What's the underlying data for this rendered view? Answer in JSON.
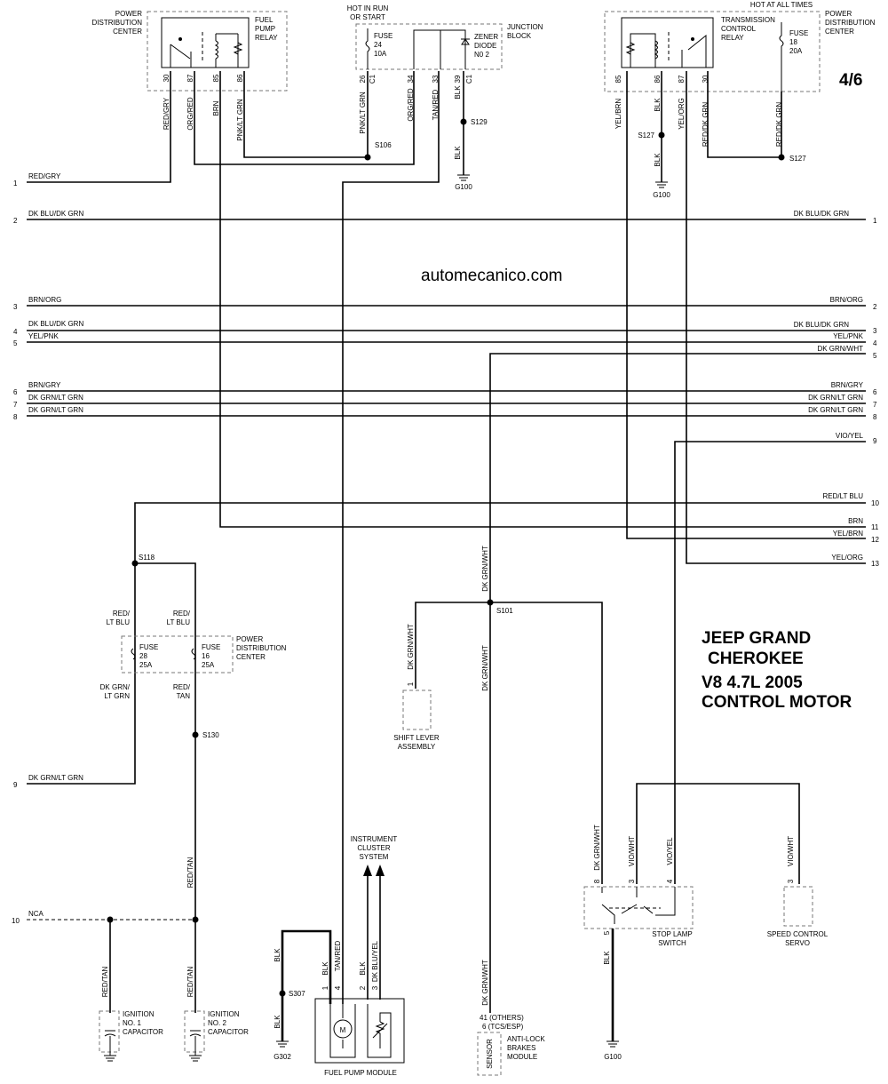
{
  "page_number": "4/6",
  "watermark": "automecanico.com",
  "title_lines": [
    "JEEP GRAND",
    "CHEROKEE",
    "V8 4.7L 2005",
    "CONTROL MOTOR"
  ],
  "left_rows": [
    {
      "num": "1",
      "label": "RED/GRY"
    },
    {
      "num": "2",
      "label": "DK BLU/DK GRN"
    },
    {
      "num": "3",
      "label": "BRN/ORG"
    },
    {
      "num": "4",
      "label": "DK BLU/DK GRN"
    },
    {
      "num": "5",
      "label": "YEL/PNK"
    },
    {
      "num": "6",
      "label": "BRN/GRY"
    },
    {
      "num": "7",
      "label": "DK GRN/LT GRN"
    },
    {
      "num": "8",
      "label": "DK GRN/LT GRN"
    },
    {
      "num": "9",
      "label": "DK GRN/LT GRN"
    },
    {
      "num": "10",
      "label": "NCA"
    }
  ],
  "right_rows": [
    {
      "num": "1",
      "label": "DK BLU/DK GRN"
    },
    {
      "num": "2",
      "label": "BRN/ORG"
    },
    {
      "num": "3",
      "label": "DK BLU/DK GRN"
    },
    {
      "num": "4",
      "label": "YEL/PNK"
    },
    {
      "num": "5",
      "label": "DK GRN/WHT"
    },
    {
      "num": "6",
      "label": "BRN/GRY"
    },
    {
      "num": "7",
      "label": "DK GRN/LT GRN"
    },
    {
      "num": "8",
      "label": "DK GRN/LT GRN"
    },
    {
      "num": "9",
      "label": "VIO/YEL"
    },
    {
      "num": "10",
      "label": "RED/LT BLU"
    },
    {
      "num": "11",
      "label": "BRN"
    },
    {
      "num": "12",
      "label": "YEL/BRN"
    },
    {
      "num": "13",
      "label": "YEL/ORG"
    }
  ],
  "fuel_pump_relay": {
    "pdc_lines": [
      "POWER",
      "DISTRIBUTION",
      "CENTER"
    ],
    "relay_lines": [
      "FUEL",
      "PUMP",
      "RELAY"
    ],
    "pins": [
      "30",
      "87",
      "85",
      "86"
    ],
    "wires": [
      "RED/GRY",
      "ORG/RED",
      "BRN",
      "PNK/LT GRN"
    ]
  },
  "junction_block": {
    "hot_lines": [
      "HOT IN RUN",
      "OR START"
    ],
    "jb_lines": [
      "JUNCTION",
      "BLOCK"
    ],
    "fuse_lines": [
      "FUSE",
      "24",
      "10A"
    ],
    "diode_lines": [
      "ZENER",
      "DIODE",
      "N0 2"
    ],
    "pins": [
      "26",
      "34",
      "33",
      "39"
    ],
    "conn": "C1",
    "wires": [
      "PNK/LT GRN",
      "ORG/RED",
      "TAN/RED",
      "BLK"
    ]
  },
  "transmission_relay": {
    "hot_label": "HOT AT ALL TIMES",
    "pdc_lines": [
      "POWER",
      "DISTRIBUTION",
      "CENTER"
    ],
    "relay_lines": [
      "TRANSMISSION",
      "CONTROL",
      "RELAY"
    ],
    "fuse_lines": [
      "FUSE",
      "18",
      "20A"
    ],
    "pins": [
      "85",
      "86",
      "87",
      "30"
    ],
    "wires": [
      "YEL/BRN",
      "BLK",
      "YEL/ORG",
      "RED/DK GRN",
      "RED/DK GRN"
    ]
  },
  "splices": {
    "s106": "S106",
    "s129": "S129",
    "g100_a": "G100",
    "s127_a": "S127",
    "s127_b": "S127",
    "g100_b": "G100",
    "s118": "S118",
    "s101": "S101",
    "s130": "S130",
    "s307": "S307",
    "g302": "G302",
    "g100_c": "G100"
  },
  "pdc_fuses": {
    "wire_a": [
      "RED/",
      "LT BLU"
    ],
    "wire_b": [
      "RED/",
      "LT BLU"
    ],
    "fuse_a": [
      "FUSE",
      "28",
      "25A"
    ],
    "fuse_b": [
      "FUSE",
      "16",
      "25A"
    ],
    "pdc_lines": [
      "POWER",
      "DISTRIBUTION",
      "CENTER"
    ],
    "out_a": [
      "DK GRN/",
      "LT GRN"
    ],
    "out_b": [
      "RED/",
      "TAN"
    ]
  },
  "wire_labels": {
    "dk_grn_wht": "DK GRN/WHT",
    "red_tan": "RED/TAN",
    "blk": "BLK",
    "tan_red": "TAN/RED",
    "dk_blu_yel": "DK BLU/YEL",
    "vio_wht": "VIO/WHT",
    "vio_yel": "VIO/YEL"
  },
  "shift_lever": {
    "pin": "1",
    "lines": [
      "SHIFT LEVER",
      "ASSEMBLY"
    ]
  },
  "capacitor1": [
    "IGNITION",
    "NO. 1",
    "CAPACITOR"
  ],
  "capacitor2": [
    "IGNITION",
    "NO. 2",
    "CAPACITOR"
  ],
  "instrument_cluster": [
    "INSTRUMENT",
    "CLUSTER",
    "SYSTEM"
  ],
  "fuel_pump_module": {
    "label": "FUEL PUMP MODULE",
    "pins": [
      "1",
      "4",
      "2",
      "3"
    ],
    "motor": "M"
  },
  "abs_module": {
    "pin_lines": [
      "41 (OTHERS)",
      "6 (TCS/ESP)"
    ],
    "sensor": "SENSOR",
    "lines": [
      "ANTI-LOCK",
      "BRAKES",
      "MODULE"
    ]
  },
  "stop_lamp_switch": {
    "pins": [
      "8",
      "3",
      "4",
      "5"
    ],
    "lines": [
      "STOP LAMP",
      "SWITCH"
    ]
  },
  "speed_control_servo": {
    "pin": "3",
    "lines": [
      "SPEED CONTROL",
      "SERVO"
    ]
  }
}
